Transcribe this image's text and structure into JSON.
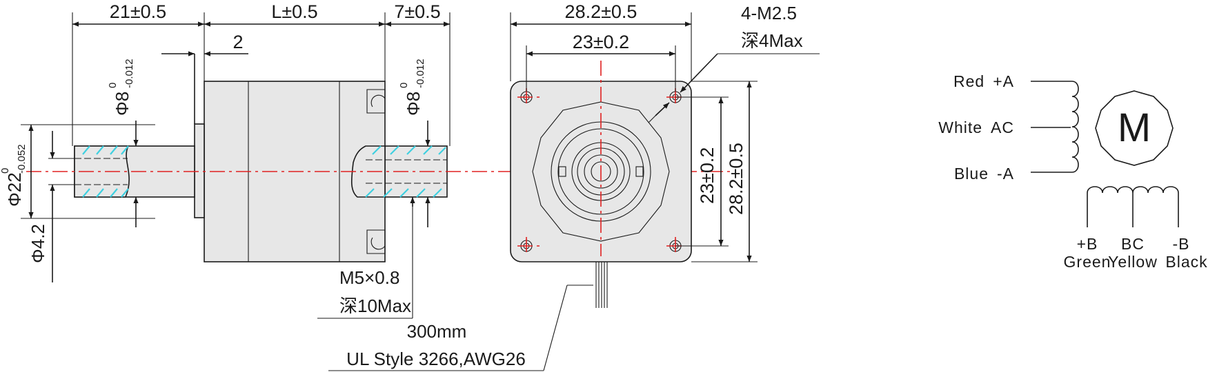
{
  "side_view": {
    "shaft_length": "21±0.5",
    "body_length": "L±0.5",
    "boss_length": "2",
    "rear_shaft_length": "7±0.5",
    "front_shaft_dia_main": "Φ8",
    "front_shaft_dia_sup": "0",
    "front_shaft_dia_sub": "-0.012",
    "rear_shaft_dia_main": "Φ8",
    "rear_shaft_dia_sup": "0",
    "rear_shaft_dia_sub": "-0.012",
    "boss_dia_main": "Φ22",
    "boss_dia_sup": "0",
    "boss_dia_sub": "-0.052",
    "hole_dia": "Φ4.2",
    "thread_spec": "M5×0.8",
    "thread_depth": "深10Max"
  },
  "front_view": {
    "outer_width": "28.2±0.5",
    "hole_spacing_h": "23±0.2",
    "mount_holes": "4-M2.5",
    "mount_depth": "深4Max",
    "hole_spacing_v": "23±0.2",
    "outer_height": "28.2±0.5"
  },
  "cable": {
    "length": "300mm",
    "spec": "UL Style 3266,AWG26"
  },
  "wiring": {
    "motor_symbol": "M",
    "left_leads": [
      {
        "color": "Red",
        "signal": "+A"
      },
      {
        "color": "White",
        "signal": "AC"
      },
      {
        "color": "Blue",
        "signal": "-A"
      }
    ],
    "bottom_leads": [
      {
        "signal": "+B",
        "color": "Green"
      },
      {
        "signal": "BC",
        "color": "Yellow"
      },
      {
        "signal": "-B",
        "color": "Black"
      }
    ]
  }
}
